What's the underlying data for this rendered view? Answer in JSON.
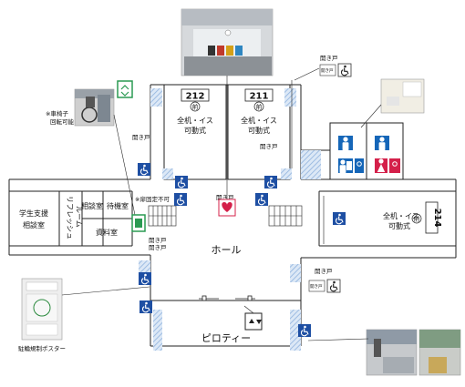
{
  "rooms": {
    "r212": {
      "number": "212",
      "mark": "前",
      "seat_type": "全机・イス",
      "movable": "可動式"
    },
    "r211": {
      "number": "211",
      "mark": "前",
      "seat_type": "全机・イス",
      "movable": "可動式"
    },
    "r214": {
      "number": "214",
      "mark": "前",
      "seat_type": "全机・イス",
      "movable": "可動式"
    }
  },
  "labels": {
    "hall": "ホール",
    "piloti": "ピロティー",
    "student_support": "学生支援",
    "consult_room": "相談室",
    "refresh_1": "リフレッシュ",
    "refresh_2": "ルーム",
    "consult": "相談室",
    "waiting": "待機室",
    "documents": "資料室",
    "door_fixed": "※扉固定不可",
    "wheelchair_turn_1": "※車椅子",
    "wheelchair_turn_2": "回転可能",
    "open_door_1": "開き戸",
    "open_door_2": "開き戸",
    "open_door_3": "開き戸",
    "open_door_4": "開き戸",
    "open_door_5": "開き戸",
    "open_door_6": "開き戸",
    "open_door_7": "開き戸",
    "bicycle_poster": "駐輪規制ポスター",
    "badge_open_door_1": "開き戸",
    "badge_open_door_2": "開き戸"
  },
  "icons": {
    "wheelchair": "wheelchair-icon",
    "toilet_male": "male-toilet-icon",
    "toilet_female": "female-toilet-icon",
    "elevator": "elevator-icon",
    "stairs": "stairs-icon",
    "heart": "heart-icon",
    "restroom_symbol": "restroom-symbol-icon"
  },
  "colors": {
    "accessible_blue": "#1e4fa3",
    "toilet_blue": "#1566b8",
    "toilet_red": "#d4204a",
    "heart_red": "#d4204a",
    "elevator_green": "#2a9a52",
    "hatch_blue": "#9fbfe4",
    "wall": "#222222"
  }
}
